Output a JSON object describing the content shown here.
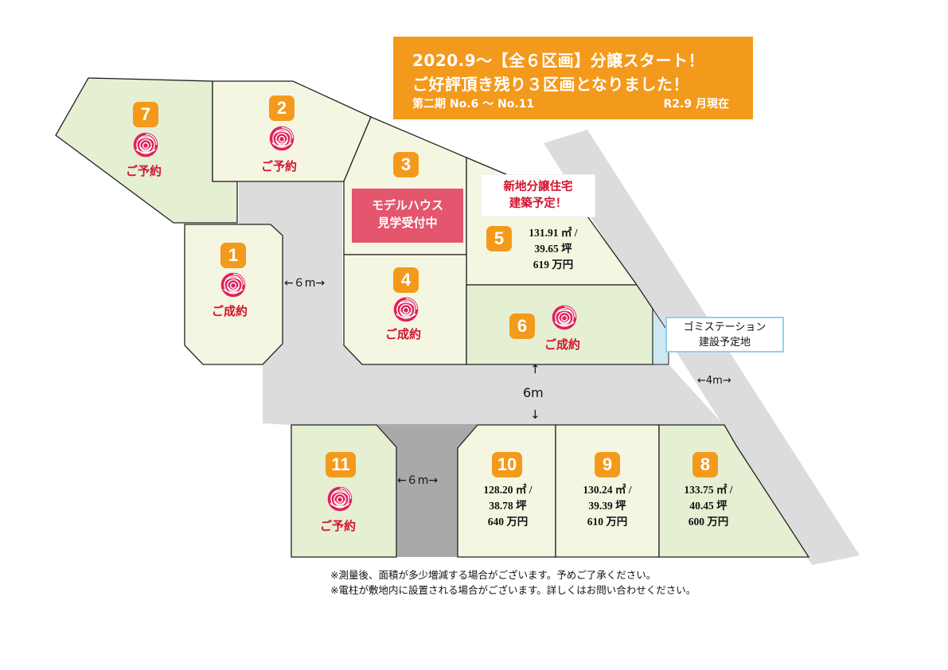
{
  "banner": {
    "line1": "2020.9～【全６区画】分譲スタート！",
    "line2": "ご好評頂き残り３区画となりました！",
    "line3": "第二期 No.6 ～ No.11",
    "date": "R2.9 月現在"
  },
  "lots": [
    {
      "number": "7",
      "status": "ご予約"
    },
    {
      "number": "2",
      "status": "ご予約"
    },
    {
      "number": "3",
      "status_line1": "モデルハウス",
      "status_line2": "見学受付中"
    },
    {
      "number": "5",
      "area": "131.91 ㎡ /",
      "tsubo": "39.65 坪",
      "price": "619 万円"
    },
    {
      "number": "1",
      "status": "ご成約"
    },
    {
      "number": "4",
      "status": "ご成約"
    },
    {
      "number": "6",
      "status": "ご成約"
    },
    {
      "number": "11",
      "status": "ご予約"
    },
    {
      "number": "10",
      "area": "128.20 ㎡ /",
      "tsubo": "38.78 坪",
      "price": "640 万円"
    },
    {
      "number": "9",
      "area": "130.24 ㎡ /",
      "tsubo": "39.39 坪",
      "price": "610 万円"
    },
    {
      "number": "8",
      "area": "133.75 ㎡ /",
      "tsubo": "40.45 坪",
      "price": "600 万円"
    }
  ],
  "plan_note": {
    "line1": "新地分譲住宅",
    "line2": "建築予定！"
  },
  "gomi": {
    "line1": "ゴミステーション",
    "line2": "建設予定地"
  },
  "roads": {
    "left": "←６m→",
    "center_up": "↑",
    "center": "6m",
    "center_down": "↓",
    "bottom": "←６m→",
    "right": "←4m→"
  },
  "notes": [
    "※測量後、面積が多少増減する場合がございます。予めご了承ください。",
    "※電柱が敷地内に設置される場合がございます。詳しくはお問い合わせください。"
  ],
  "colors": {
    "orange": "#f39a1c",
    "lot_light": "#f5f6e2",
    "lot_green": "#e5efd2",
    "road_light": "#dcdcdc",
    "road_dark": "#a9a9a9",
    "red": "#d0142f",
    "model_pink": "#e3566e",
    "gomi_blue": "#cde8f3"
  }
}
